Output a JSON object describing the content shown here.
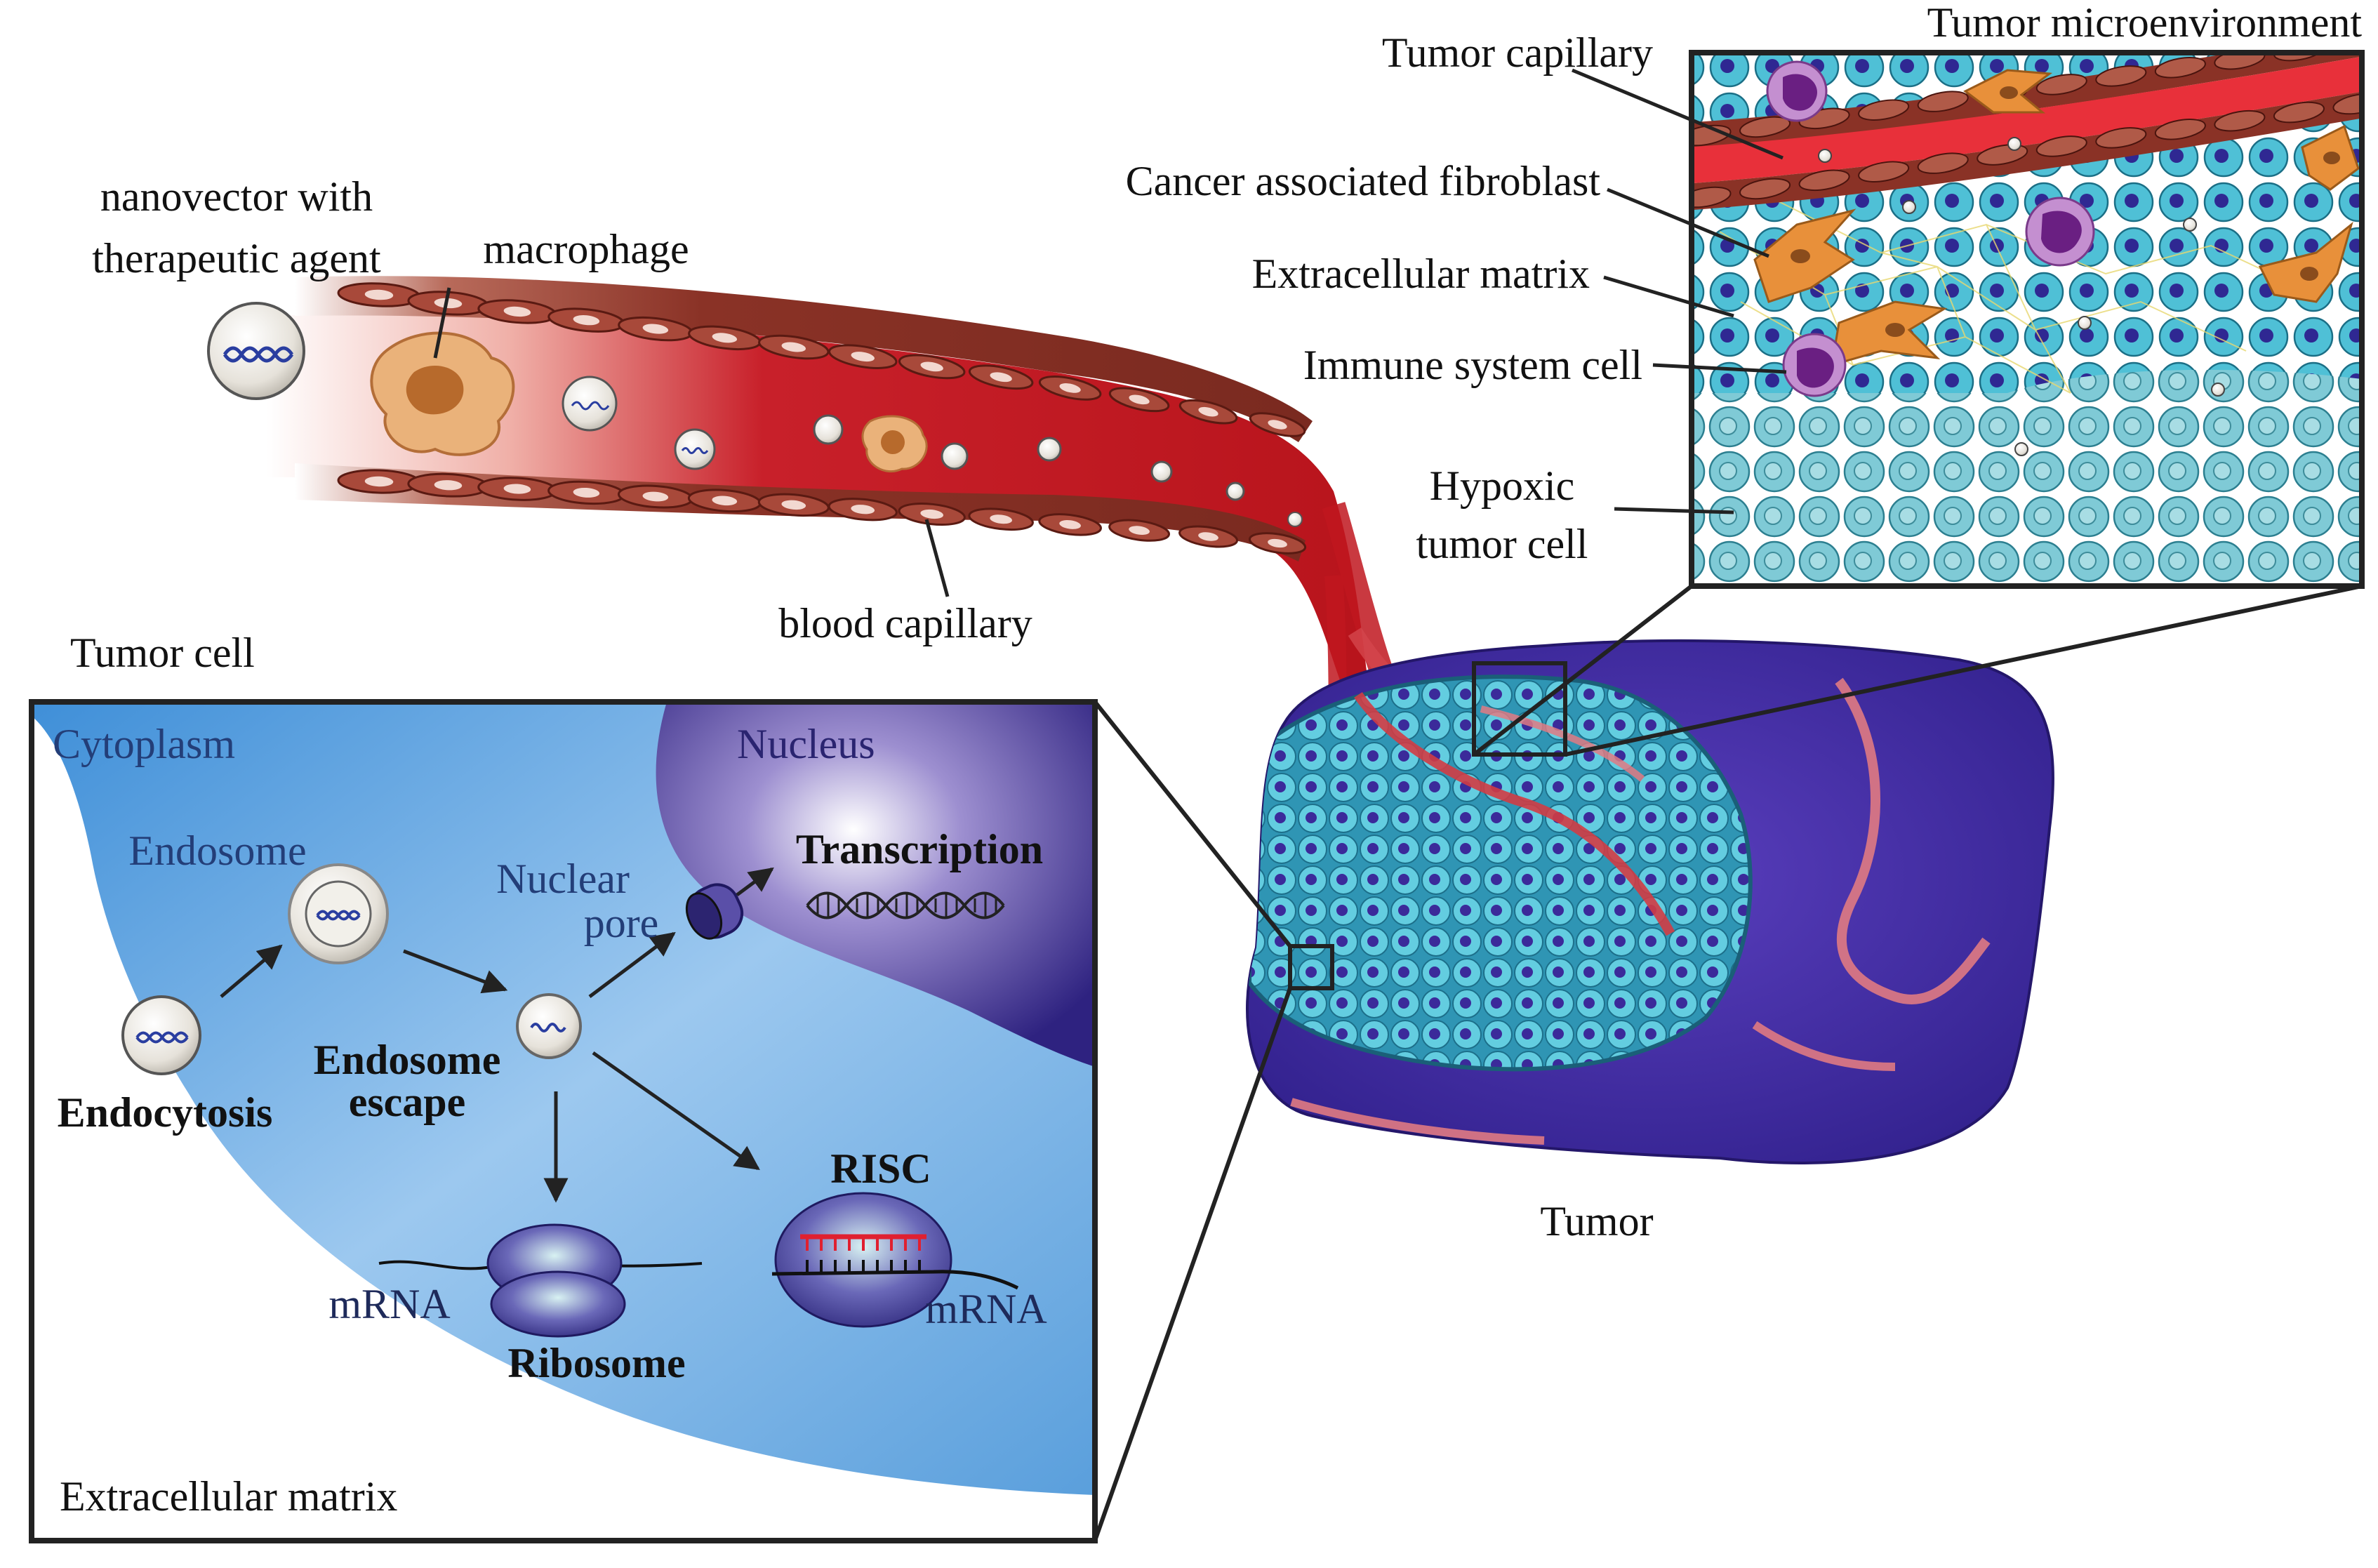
{
  "labels": {
    "nanovector_line1": "nanovector with",
    "nanovector_line2": "therapeutic agent",
    "macrophage": "macrophage",
    "blood_capillary": "blood capillary",
    "tumor_cell": "Tumor cell",
    "tumor_microenvironment": "Tumor microenvironment",
    "tumor_capillary": "Tumor capillary",
    "cancer_associated_fibroblast": "Cancer associated fibroblast",
    "extracellular_matrix_top": "Extracellular matrix",
    "immune_system_cell": "Immune system cell",
    "hypoxic_line1": "Hypoxic",
    "hypoxic_line2": "tumor cell",
    "tumor": "Tumor",
    "cytoplasm": "Cytoplasm",
    "nucleus": "Nucleus",
    "endosome": "Endosome",
    "nuclear_pore_line1": "Nuclear",
    "nuclear_pore_line2": "pore",
    "transcription": "Transcription",
    "endocytosis": "Endocytosis",
    "endosome_escape_line1": "Endosome",
    "endosome_escape_line2": "escape",
    "risc": "RISC",
    "mrna_ribosome": "mRNA",
    "ribosome": "Ribosome",
    "mrna_risc": "mRNA",
    "extracellular_matrix_bottom": "Extracellular matrix"
  },
  "colors": {
    "blood": "#c0161e",
    "vessel_wall": "#8a3226",
    "cytoplasm": "#5fa6e0",
    "nucleus": "#3b2a8c",
    "tumor_body": "#3d2a9e",
    "tumor_cell": "#5cc6d8",
    "hypoxic_cell": "#8ccfd8",
    "fibroblast": "#e8903a",
    "immune_cell": "#9b3fa6",
    "macrophage": "#e6a86a"
  }
}
